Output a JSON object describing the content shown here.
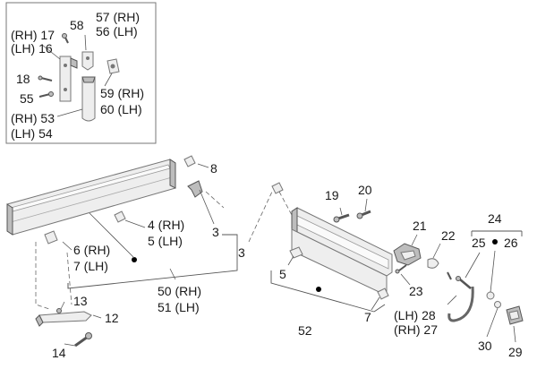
{
  "diagram": {
    "inset": {
      "label_57_58": "58",
      "label_57": "57 (RH)",
      "label_56": "56 (LH)",
      "label_17": "(RH) 17",
      "label_16": "(LH) 16",
      "label_18": "18",
      "label_55": "55",
      "label_59": "59 (RH)",
      "label_60": "60 (LH)",
      "label_53": "(RH) 53",
      "label_54": "(LH) 54"
    },
    "left_assembly": {
      "label_8": "8",
      "label_3": "3",
      "label_4": "4 (RH)",
      "label_5": "5 (LH)",
      "label_6": "6 (RH)",
      "label_7": "7 (LH)",
      "label_50": "50 (RH)",
      "label_51": "51 (LH)",
      "label_13": "13",
      "label_12": "12",
      "label_14": "14"
    },
    "right_assembly": {
      "label_3": "3",
      "label_19": "19",
      "label_20": "20",
      "label_21": "21",
      "label_22": "22",
      "label_24": "24",
      "label_25": "25",
      "label_26": "26",
      "label_5": "5",
      "label_23": "23",
      "label_7": "7",
      "label_52": "52",
      "label_28": "(LH) 28",
      "label_27": "(RH) 27",
      "label_30": "30",
      "label_29": "29"
    }
  }
}
